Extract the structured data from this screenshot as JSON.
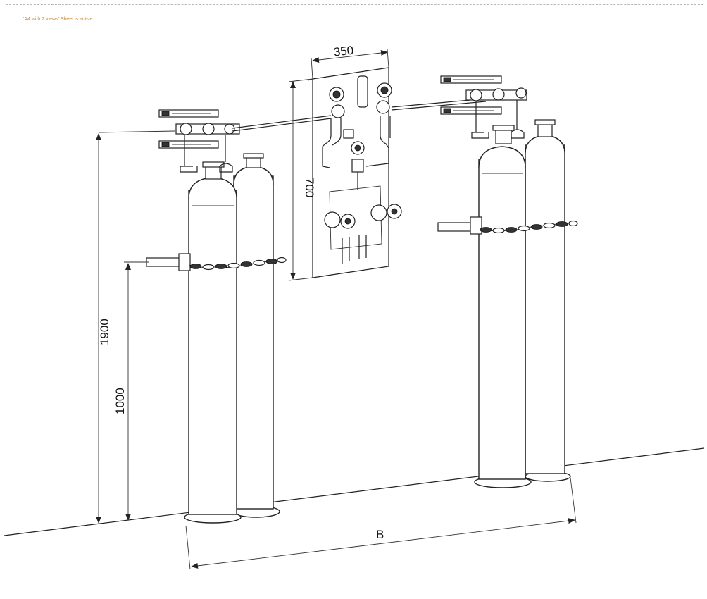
{
  "sheet_note": "'A4 with 2 views' Sheet is active",
  "dimensions": {
    "panel_width": "350",
    "panel_height": "700",
    "total_height": "1900",
    "chain_height": "1000",
    "spacing": "B"
  }
}
